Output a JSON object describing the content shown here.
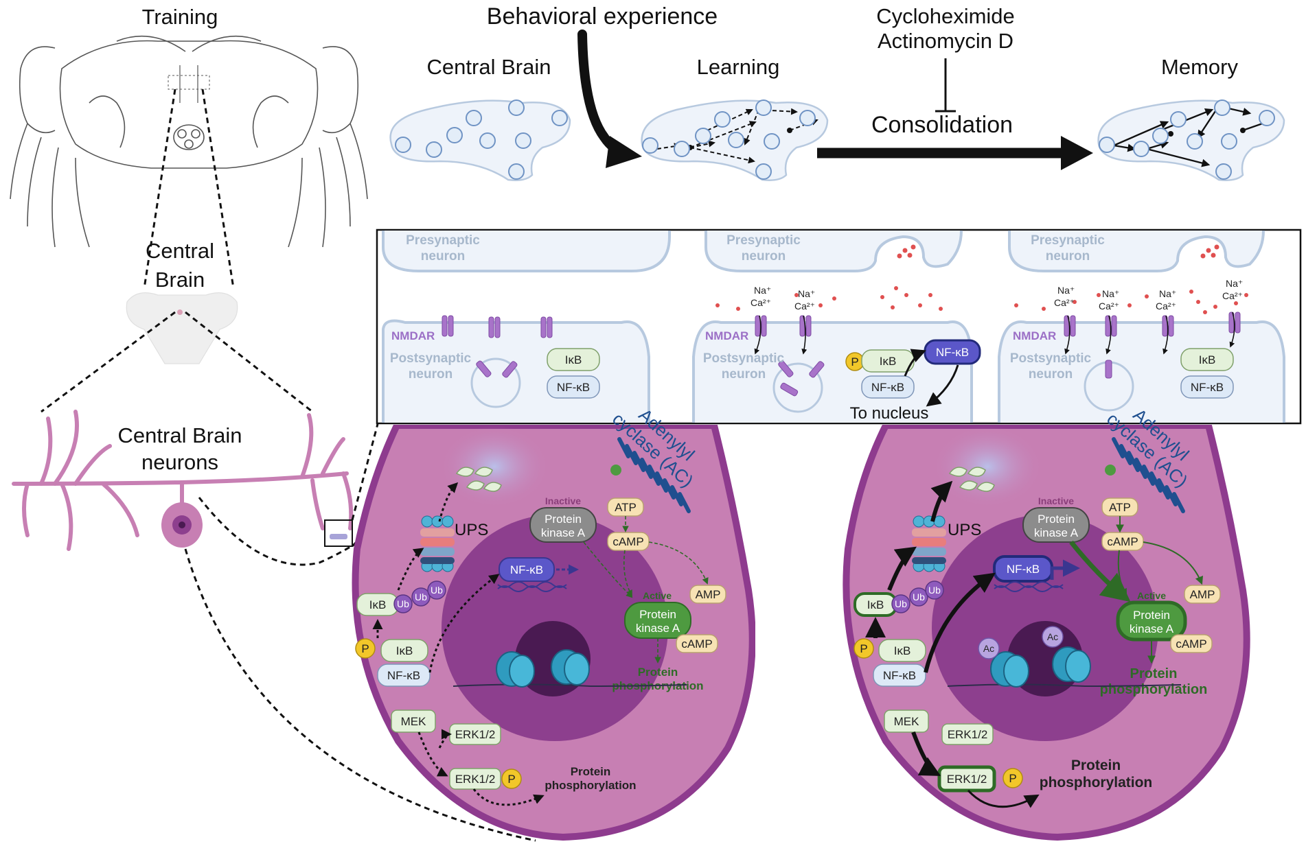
{
  "labels": {
    "training": "Training",
    "central_brain_crab": "Central\nBrain",
    "central_brain_neurons": "Central Brain\nneurons",
    "behavioral_experience": "Behavioral experience",
    "drugs": "Cycloheximide\nActinomycin D",
    "central_brain": "Central Brain",
    "learning": "Learning",
    "consolidation": "Consolidation",
    "memory": "Memory"
  },
  "synapse": {
    "presynaptic": "Presynaptic\nneuron",
    "postsynaptic": "Postsynaptic\nneuron",
    "nmdar": "NMDAR",
    "na": "Na⁺",
    "ca": "Ca²⁺",
    "ikb": "IκB",
    "nfkb": "NF-κB",
    "p": "P",
    "to_nucleus": "To nucleus"
  },
  "cell": {
    "ups": "UPS",
    "adenylyl": "Adenylyl\ncyclase (AC)",
    "inactive": "Inactive",
    "pka": "Protein\nkinase A",
    "active": "Active",
    "atp": "ATP",
    "camp": "cAMP",
    "amp": "AMP",
    "nfkb": "NF-κB",
    "ikb": "IκB",
    "ub": "Ub",
    "p": "P",
    "ac": "Ac",
    "mek": "MEK",
    "erk": "ERK1/2",
    "prot_phos": "Protein\nphosphorylation"
  },
  "colors": {
    "neuron_pink": "#c77fb3",
    "cell_fill": "#c77fb3",
    "cell_border": "#8e3b8e",
    "nucleus": "#8d3f8e",
    "nucleolus": "#4a1a52",
    "arrow": "#111111",
    "brain_fill": "#eef3fa",
    "brain_stroke": "#b7c9df",
    "node_fill": "#e3edf8",
    "node_stroke": "#6f93c4",
    "nfkb_purple": "#5b57c9",
    "green_pka": "#4e9a40",
    "green_dark": "#2e6b26",
    "ikb_green": "#e4f1da",
    "nfkb_blue": "#dde9f7",
    "atp_beige": "#f7e2b4",
    "p_yellow": "#f2c72a",
    "receptor": "#a873c9",
    "ac_blue": "#1f4f8f",
    "dna_teal": "#2f9bbf"
  }
}
